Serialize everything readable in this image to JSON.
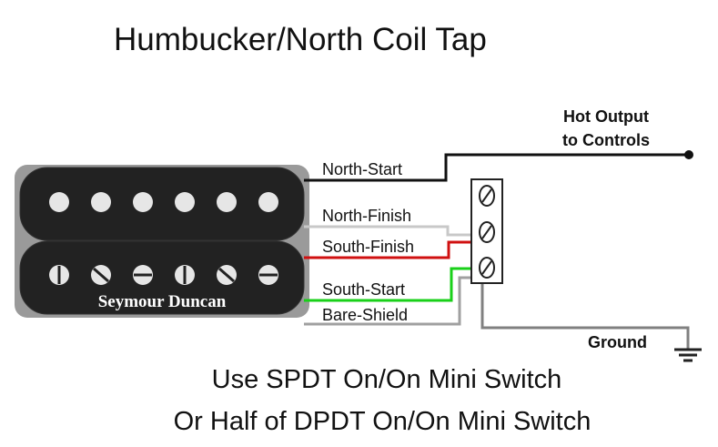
{
  "title": "Humbucker/North Coil Tap",
  "pickup": {
    "brand": "Seymour Duncan"
  },
  "wires": {
    "north_start": "North-Start",
    "north_finish": "North-Finish",
    "south_finish": "South-Finish",
    "south_start": "South-Start",
    "bare_shield": "Bare-Shield"
  },
  "colors": {
    "north_start": "#111111",
    "north_finish": "#c8c8c8",
    "south_finish": "#d01010",
    "south_start": "#19d019",
    "bare_shield": "#a0a0a0",
    "ground": "#808080"
  },
  "output": {
    "line1": "Hot Output",
    "line2": "to Controls"
  },
  "ground": "Ground",
  "footer": {
    "line1": "Use SPDT On/On Mini Switch",
    "line2": "Or Half of DPDT On/On Mini Switch"
  }
}
